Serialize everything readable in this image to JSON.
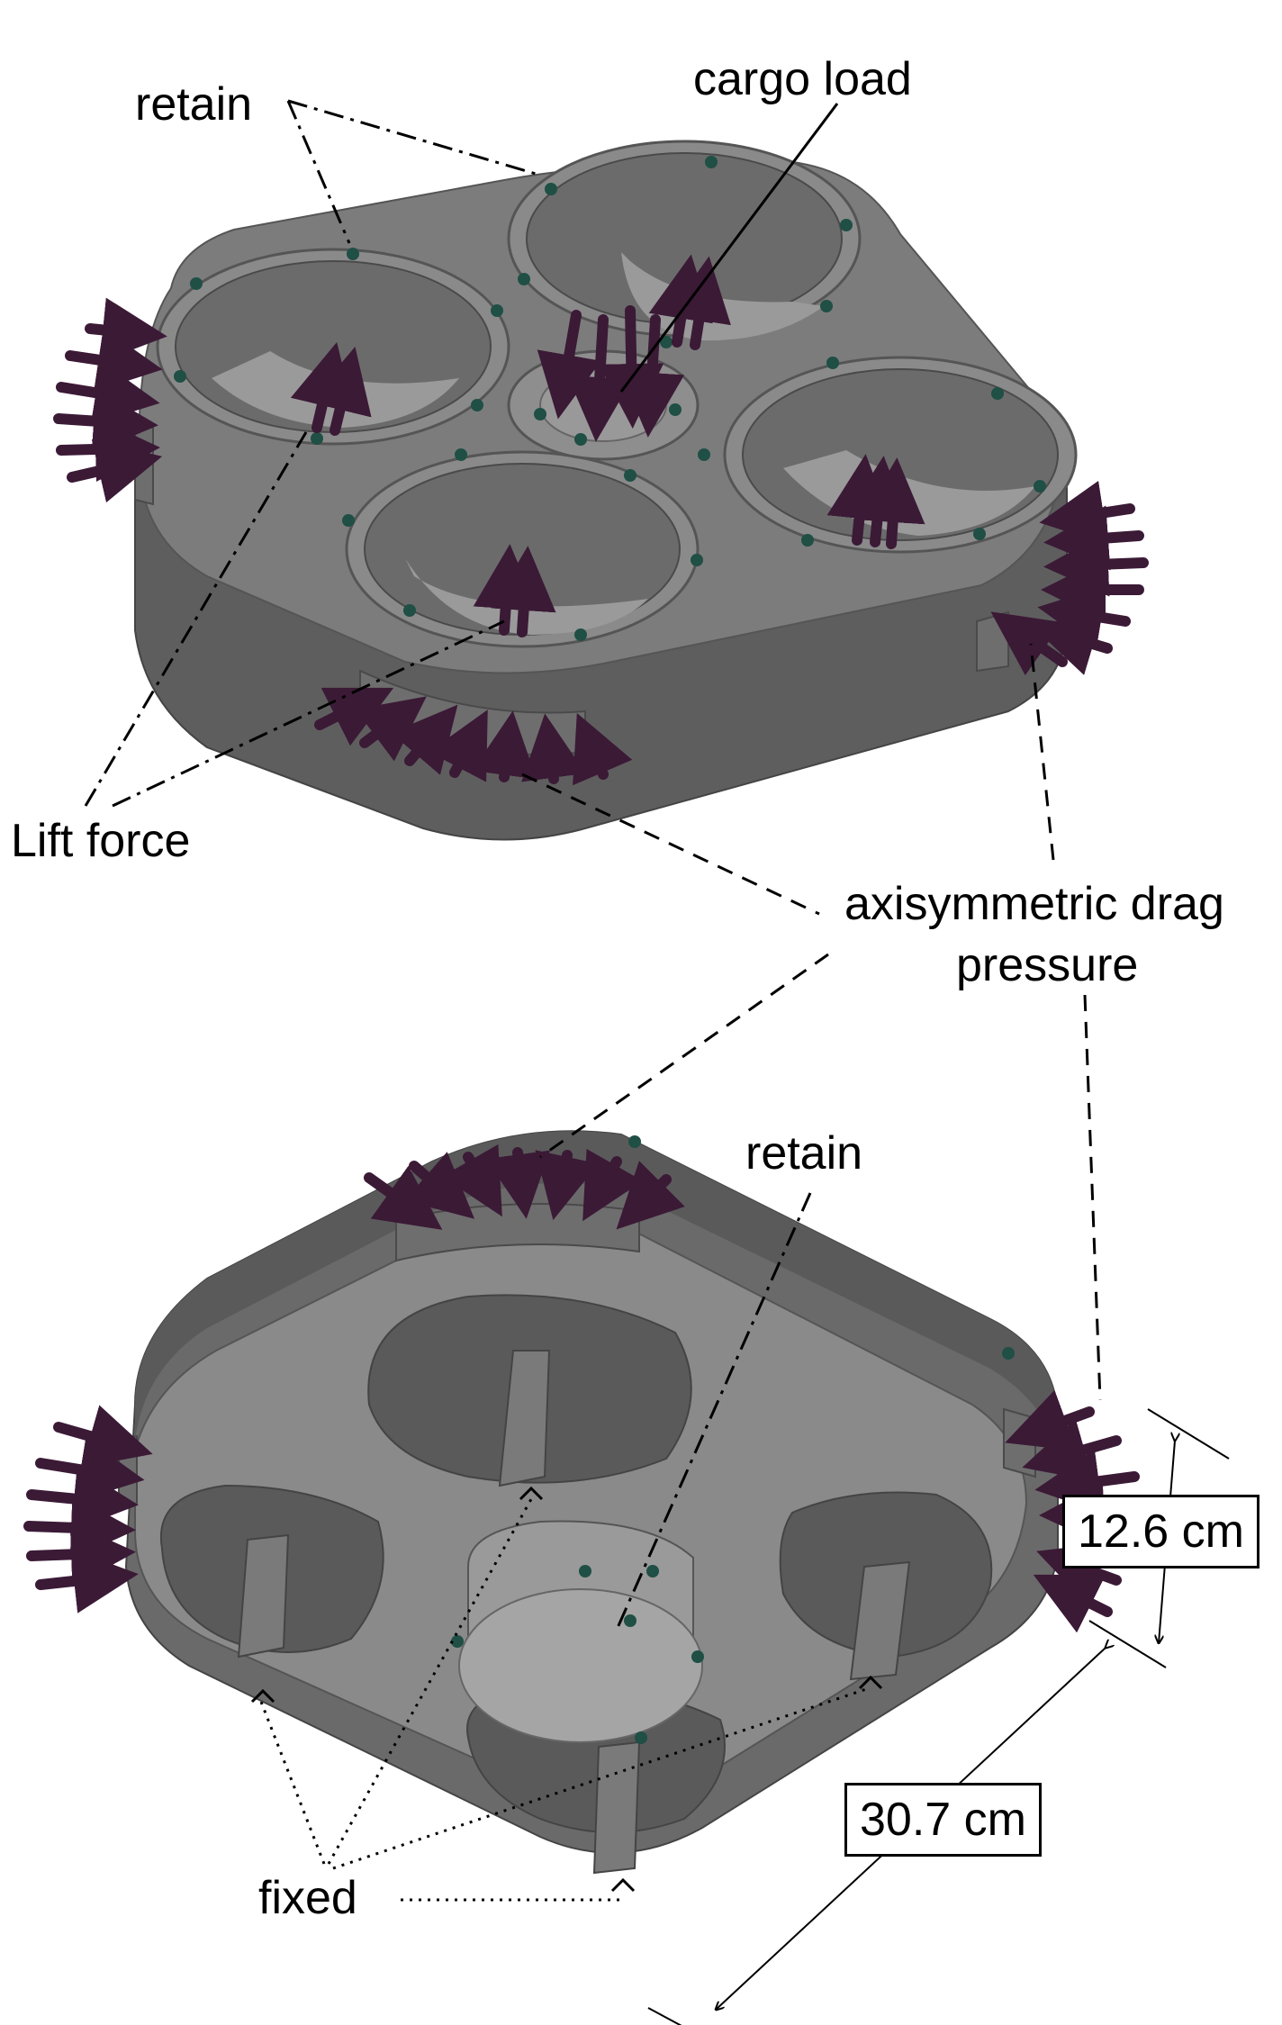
{
  "labels": {
    "retain_top": "retain",
    "cargo_load": "cargo load",
    "lift_force": "Lift force",
    "drag_line1": "axisymmetric drag",
    "drag_line2": "pressure",
    "retain_bottom": "retain",
    "fixed": "fixed"
  },
  "dimensions": {
    "height": "12.6 cm",
    "width": "30.7 cm"
  },
  "colors": {
    "body": "#7a7a7a",
    "body_light": "#8f8f8f",
    "body_dark": "#5a5a5a",
    "arrow": "#3b1a36",
    "node": "#1f4f45"
  }
}
